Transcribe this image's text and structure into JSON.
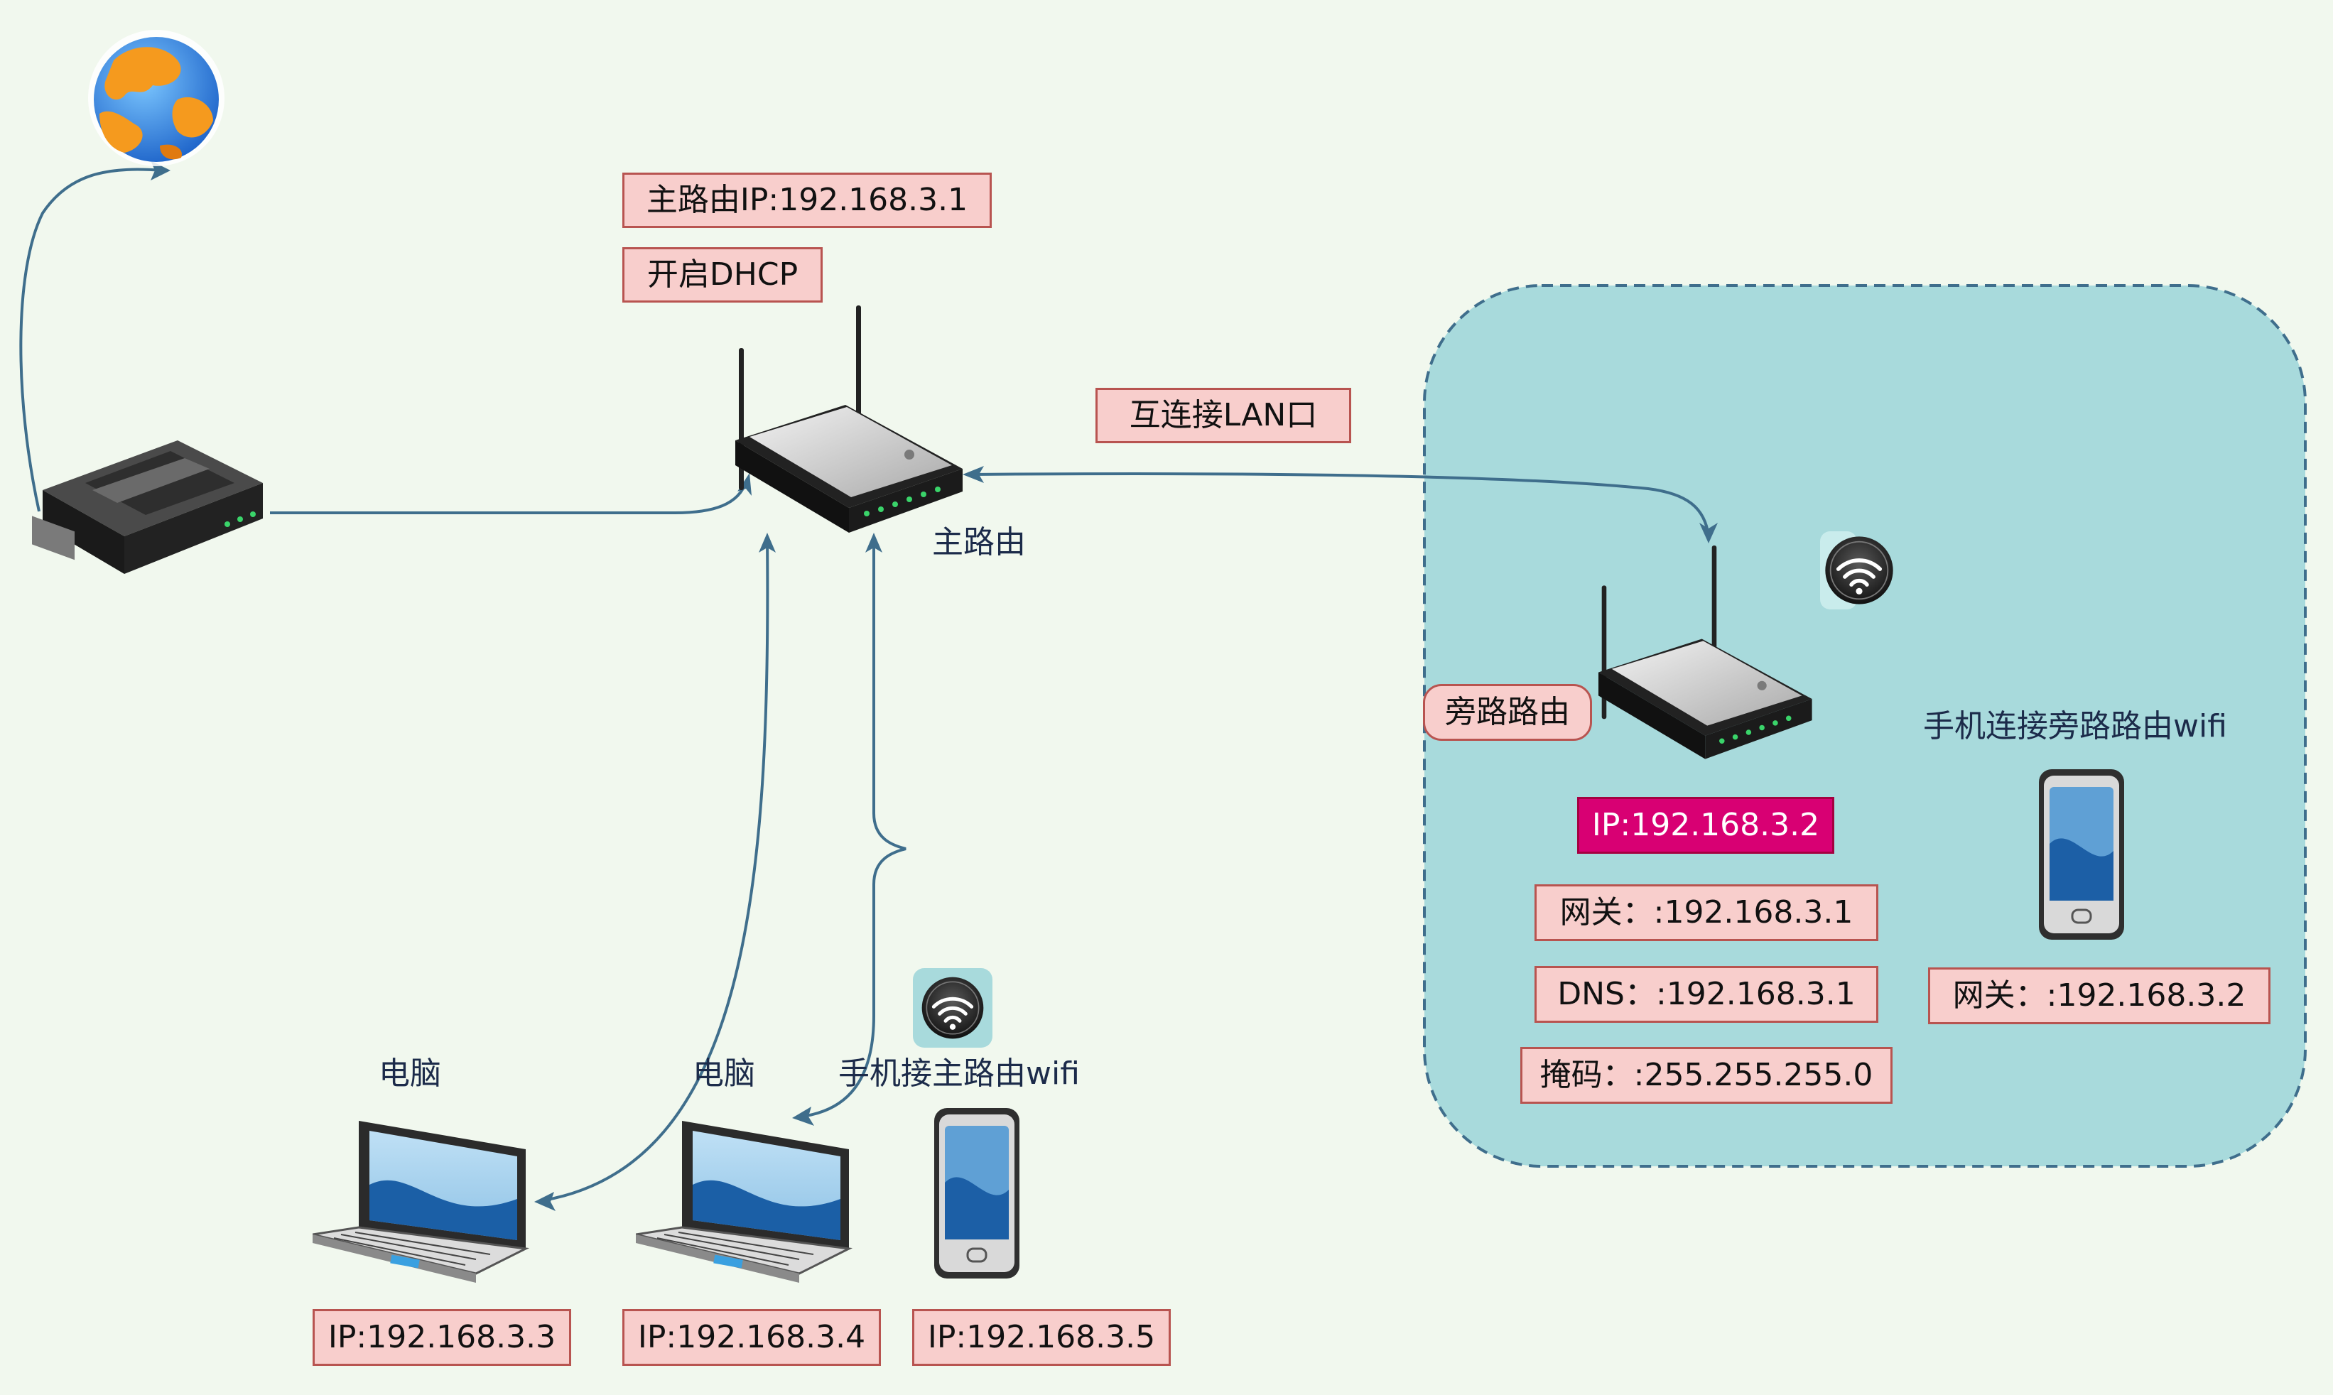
{
  "main_router": {
    "ip_label": "主路由IP:192.168.3.1",
    "dhcp_label": "开启DHCP",
    "caption": "主路由"
  },
  "link_label": "互连接LAN口",
  "side_router": {
    "tag": "旁路路由",
    "ip": "IP:192.168.3.2",
    "gateway": "网关：:192.168.3.1",
    "dns": "DNS：:192.168.3.1",
    "mask": "掩码：:255.255.255.0"
  },
  "side_phone": {
    "caption": "手机连接旁路路由wifi",
    "gateway": "网关：:192.168.3.2"
  },
  "clients": [
    {
      "caption": "电脑",
      "ip": "IP:192.168.3.3"
    },
    {
      "caption": "电脑",
      "ip": "IP:192.168.3.4"
    },
    {
      "caption": "手机接主路由wifi",
      "ip": "IP:192.168.3.5"
    }
  ],
  "colors": {
    "background": "#f1f8ee",
    "side_zone_fill": "#a8dadc",
    "side_zone_border": "#3f6e8c",
    "label_fill": "#f8cecc",
    "label_border": "#b85450",
    "ip_highlight": "#d80073",
    "connector": "#3f6e8c"
  },
  "icons": [
    "globe-icon",
    "modem-icon",
    "router-icon",
    "wifi-icon",
    "laptop-icon",
    "phone-icon"
  ]
}
